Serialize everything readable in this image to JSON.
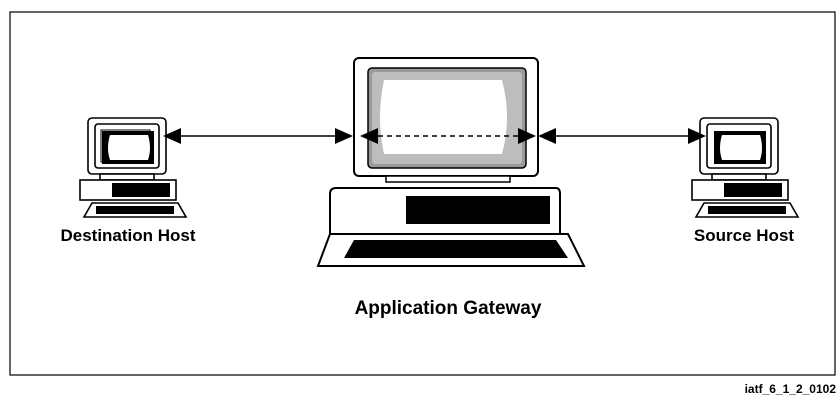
{
  "nodes": {
    "destination": {
      "label": "Destination Host"
    },
    "gateway": {
      "label": "Application Gateway"
    },
    "source": {
      "label": "Source Host"
    }
  },
  "footer": {
    "figure_id": "iatf_6_1_2_0102"
  }
}
